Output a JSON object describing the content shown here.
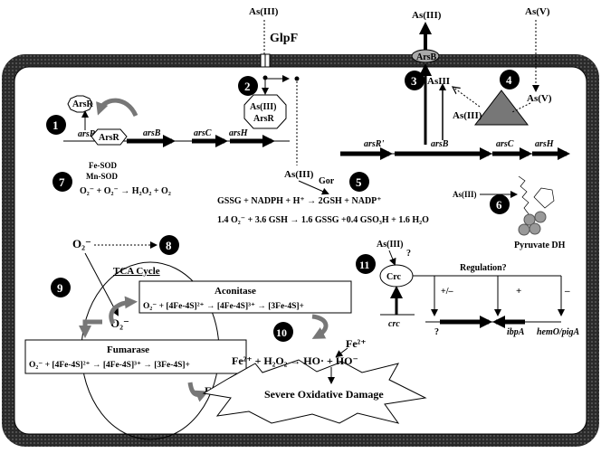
{
  "outside": {
    "glpf_substrate": "As(III)",
    "glpf_label": "GlpF",
    "arsb_export": "As(III)",
    "arsb_label": "ArsB",
    "asv_import": "As(V)"
  },
  "circles": [
    "1",
    "2",
    "3",
    "4",
    "5",
    "6",
    "7",
    "8",
    "9",
    "10",
    "11"
  ],
  "operon1": {
    "arsr_protein": "ArsR",
    "arsr_gene": "arsR",
    "arsr_bound": "ArsR",
    "arsb_gene": "arsB",
    "arsc_gene": "arsC",
    "arsh_gene": "arsH"
  },
  "complex": {
    "line1": "As(III)",
    "line2": "ArsR"
  },
  "operon2": {
    "arsr_gene": "arsR'",
    "arsb_gene": "arsB",
    "arsc_gene": "arsC",
    "arsh_gene": "arsH"
  },
  "reduction": {
    "as3_label": "AsIII",
    "as3_from": "As(III)",
    "as5_label": "As(V)"
  },
  "sod": {
    "line1": "Fe-SOD",
    "line2": "Mn-SOD",
    "reaction": "O₂⁻ + O₂⁻ → H₂O₂ + O₂"
  },
  "gor": {
    "as3": "As(III)",
    "enzyme": "Gor",
    "reaction1": "GSSG + NADPH + H⁺ → 2GSH + NADP⁺",
    "reaction2": "1.4 O₂⁻ + 3.6 GSH → 1.6 GSSG +0.4 GSO₃H + 1.6 H₂O"
  },
  "pdh": {
    "as3": "As(III)",
    "label": "Pyruvate DH"
  },
  "superoxide": {
    "label": "O₂⁻"
  },
  "tca": {
    "label": "TCA Cycle",
    "o2": "O₂⁻",
    "aconitase_title": "Aconitase",
    "aconitase_reaction": "O₂⁻ + [4Fe-4S]²⁺ → [4Fe-4S]³⁺ → [3Fe-4S]+",
    "fumarase_title": "Fumarase",
    "fumarase_reaction": "O₂⁻ + [4Fe-4S]²⁺ → [4Fe-4S]³⁺ → [3Fe-4S]+",
    "fe_release": "Fe²⁺"
  },
  "fenton": {
    "fe_top": "Fe²⁺",
    "reaction": "Fe²⁺ + H₂O₂ → HO· + HO⁻",
    "damage": "Severe Oxidative Damage"
  },
  "crc": {
    "as3": "As(III)",
    "q": "?",
    "protein": "Crc",
    "gene": "crc",
    "regulation": "Regulation?",
    "plusminus": "+/–",
    "plus": "+",
    "minus": "–",
    "q2": "?",
    "ibpa": "ibpA",
    "hemo": "hemO/pigA"
  }
}
